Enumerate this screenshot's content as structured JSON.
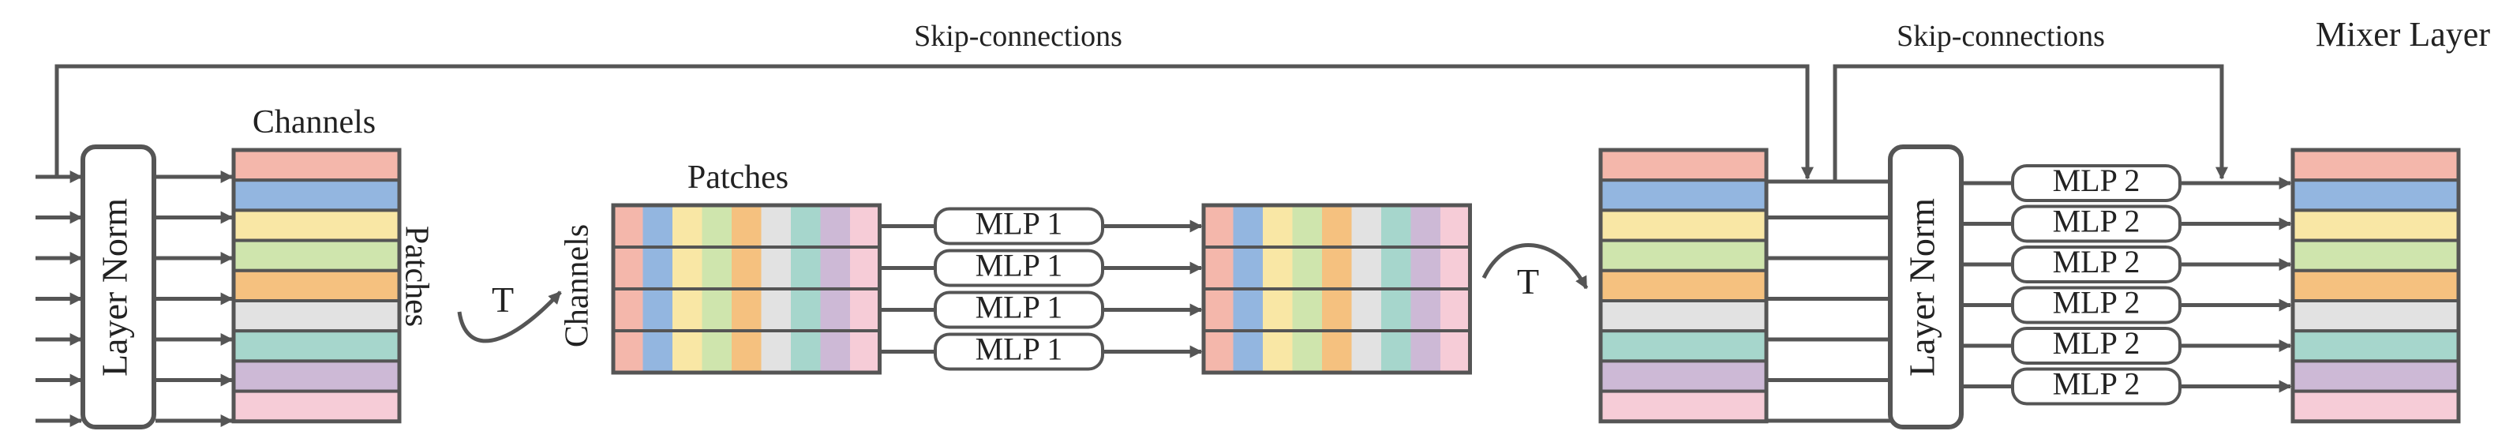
{
  "title": "Mixer Layer",
  "skip_label": "Skip-connections",
  "layer_norm_label": "Layer Norm",
  "transpose_label": "T",
  "channels_label": "Channels",
  "patches_label": "Patches",
  "mlp1_label": "MLP 1",
  "mlp2_label": "MLP 2",
  "colors": {
    "token_palette": [
      "#f4b7ab",
      "#93b6e0",
      "#f9e7a5",
      "#cfe5ad",
      "#f5c17f",
      "#e2e2e2",
      "#a6d6cc",
      "#cdb9d6",
      "#f6ccd7"
    ],
    "stroke": "#555555",
    "text": "#222222"
  }
}
